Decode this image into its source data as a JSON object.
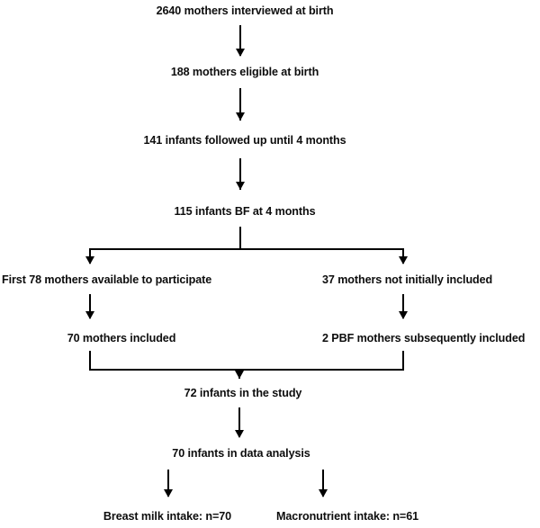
{
  "diagram": {
    "title": "Participant flow diagram",
    "type": "flowchart",
    "orientation": "top-down",
    "line_color": "#000000",
    "background_color": "#ffffff",
    "text_color": "#0d0d0d"
  },
  "nodes": {
    "interviewed": {
      "label": "2640 mothers interviewed at birth",
      "count": 2640
    },
    "eligible": {
      "label": "188 mothers eligible at birth",
      "count": 188
    },
    "followed": {
      "label": "141 infants followed up until 4 months",
      "count": 141
    },
    "bf_four_months": {
      "label": "115 infants BF at 4 months",
      "count": 115
    },
    "first_available": {
      "label": "First 78 mothers available to participate",
      "count": 78
    },
    "not_included": {
      "label": "37 mothers not initially included",
      "count": 37
    },
    "mothers_included": {
      "label": "70 mothers included",
      "count": 70
    },
    "pbf_subsequent": {
      "label": "2 PBF mothers subsequently included",
      "count": 2
    },
    "in_study": {
      "label": "72 infants in the study",
      "count": 72
    },
    "in_analysis": {
      "label": "70 infants in data analysis",
      "count": 70
    },
    "breast_milk": {
      "label": "Breast milk intake: n=70",
      "count": 70
    },
    "macronutrient": {
      "label": "Macronutrient intake: n=61",
      "count": 61
    }
  },
  "connectors": {
    "arrow_1": "arrow-interviewed-to-eligible",
    "arrow_2": "arrow-eligible-to-followed",
    "arrow_3": "arrow-followed-to-bf",
    "split_1": "split-bf-to-two-branches",
    "arrow_4": "arrow-first-available-to-included",
    "arrow_5": "arrow-not-included-to-pbf",
    "merge_1": "merge-branches-to-study",
    "arrow_6": "arrow-study-to-analysis",
    "split_2": "split-analysis-to-outcomes"
  }
}
